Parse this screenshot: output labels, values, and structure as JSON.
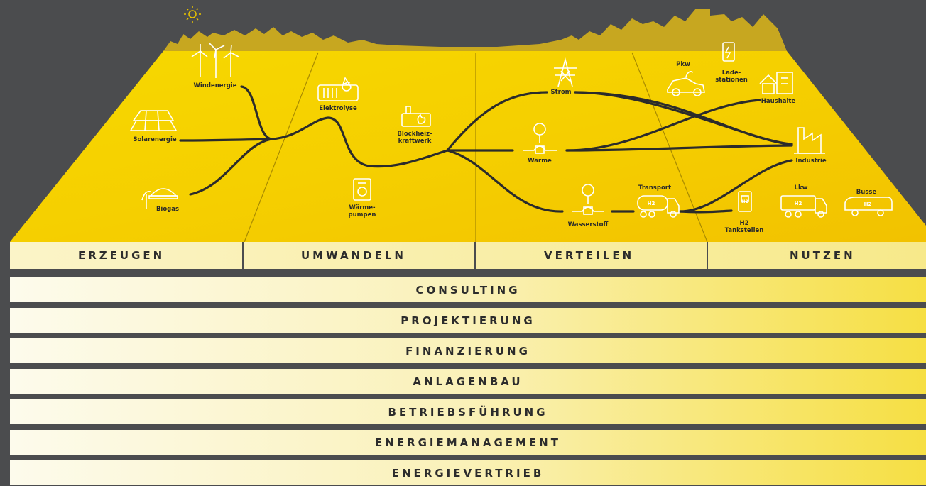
{
  "nodes": {
    "windenergie": "Windenergie",
    "solarenergie": "Solarenergie",
    "biogas": "Biogas",
    "elektrolyse": "Elektrolyse",
    "blockheizkraftwerk": "Blockheiz-\nkraftwerk",
    "waermepumpen": "Wärme-\npumpen",
    "strom": "Strom",
    "waerme": "Wärme",
    "wasserstoff": "Wasserstoff",
    "transport": "Transport",
    "pkw": "Pkw",
    "ladestationen": "Lade-\nstationen",
    "haushalte": "Haushalte",
    "industrie": "Industrie",
    "h2_tankstellen": "H2\nTankstellen",
    "lkw": "Lkw",
    "busse": "Busse",
    "h2_badge": "H2"
  },
  "stages": [
    "ERZEUGEN",
    "UMWANDELN",
    "VERTEILEN",
    "NUTZEN"
  ],
  "services": [
    "CONSULTING",
    "PROJEKTIERUNG",
    "FINANZIERUNG",
    "ANLAGENBAU",
    "BETRIEBSFÜHRUNG",
    "ENERGIEMANAGEMENT",
    "ENERGIEVERTRIEB"
  ],
  "colors": {
    "background": "#4b4c4e",
    "field_yellow": "#f5d000",
    "flow_line": "#2b2b2b",
    "stage_bar": "#f7e98a"
  },
  "icons": [
    "sun-icon",
    "wind-turbine-icon",
    "solar-panel-icon",
    "biogas-icon",
    "electrolyzer-icon",
    "chp-plant-icon",
    "heat-pump-icon",
    "power-pylon-icon",
    "heat-icon",
    "hydrogen-icon",
    "tank-truck-icon",
    "car-icon",
    "charging-station-icon",
    "house-icon",
    "factory-icon",
    "hydrogen-pump-icon",
    "truck-icon",
    "bus-icon"
  ]
}
